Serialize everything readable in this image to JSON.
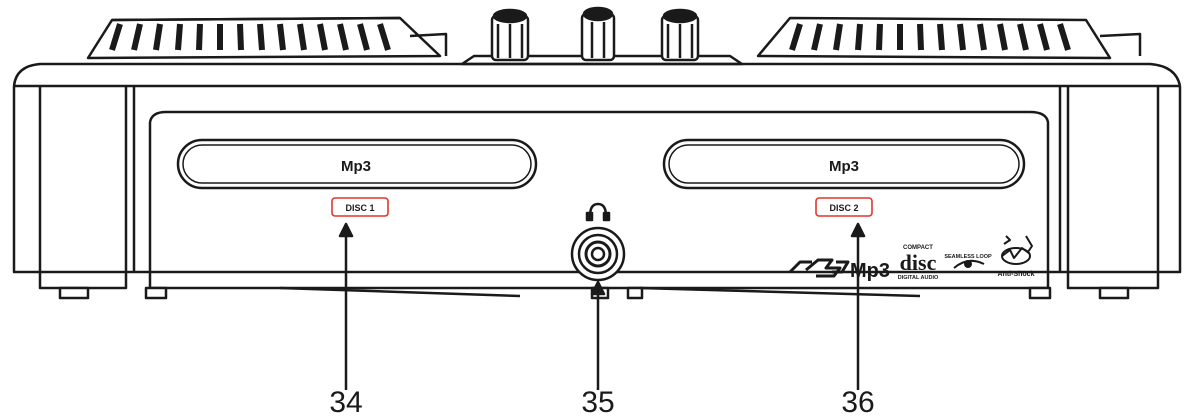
{
  "slots": {
    "left_label": "Mp3",
    "right_label": "Mp3"
  },
  "discs": {
    "disc1_label": "DISC 1",
    "disc2_label": "DISC 2",
    "accent_color": "#e0362c"
  },
  "callouts": [
    {
      "number": "34",
      "target": "disc-1-label"
    },
    {
      "number": "35",
      "target": "headphone-jack"
    },
    {
      "number": "36",
      "target": "disc-2-label"
    }
  ],
  "logos": {
    "mp3": "Mp3",
    "compact_disc_top": "COMPACT",
    "compact_disc_main": "disc",
    "compact_disc_bottom": "DIGITAL AUDIO",
    "seamless_loop": "SEAMLESS LOOP",
    "anti_shock": "Anti-Shock"
  },
  "icons": {
    "headphone": "headphone-icon",
    "usb": "usb-logo"
  }
}
